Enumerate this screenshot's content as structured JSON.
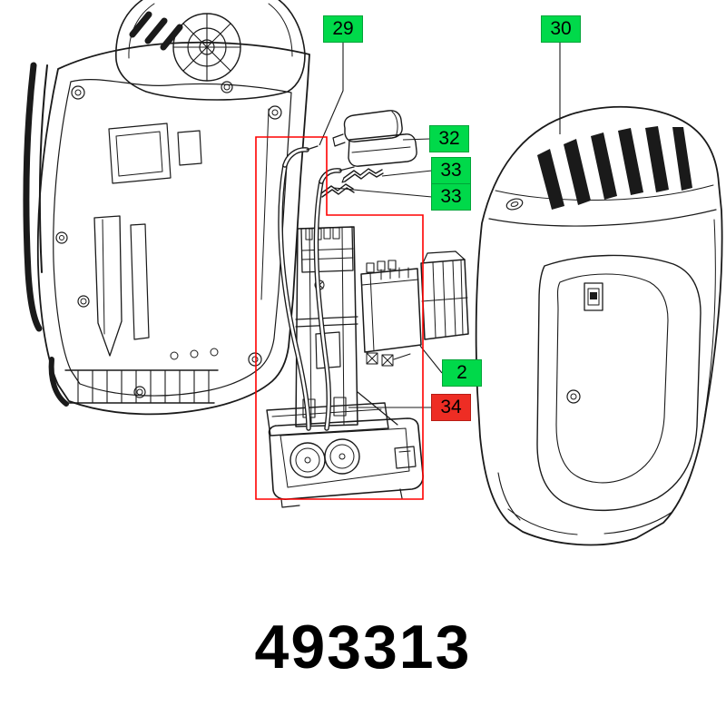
{
  "diagram": {
    "part_number": "493313",
    "callouts": [
      {
        "label": "29",
        "color": "green"
      },
      {
        "label": "30",
        "color": "green"
      },
      {
        "label": "32",
        "color": "green"
      },
      {
        "label": "33",
        "color": "green"
      },
      {
        "label": "33",
        "color": "green"
      },
      {
        "label": "2",
        "color": "green"
      },
      {
        "label": "34",
        "color": "red"
      }
    ],
    "colors": {
      "callout_green": "#00d94a",
      "callout_red": "#ee2d24",
      "highlight_red": "#ff0000",
      "line": "#1a1a1a",
      "background": "#ffffff"
    }
  }
}
